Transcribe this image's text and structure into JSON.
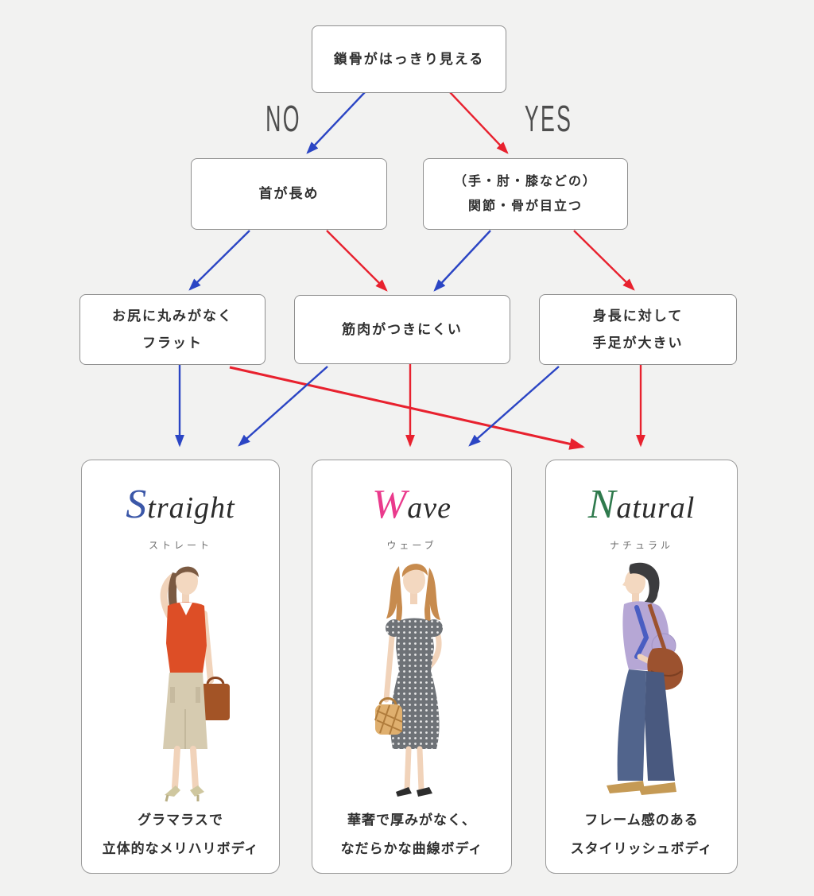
{
  "page": {
    "bg": "#f2f2f1",
    "kind": "body-type-diagnosis-flowchart"
  },
  "colors": {
    "no_blue": "#2b45c4",
    "yes_red": "#e8212e",
    "box_border": "#8f8f8f",
    "accent_straight": "#3b57a8",
    "accent_wave": "#ea3a8c",
    "accent_natural": "#2f7a4d"
  },
  "flowchart": {
    "root": {
      "label": "鎖骨がはっきり見える"
    },
    "branch_labels": {
      "no": "NO",
      "yes": "YES"
    },
    "level2": {
      "neck": {
        "label": "首が長め"
      },
      "joints": {
        "line1": "（手・肘・膝などの）",
        "line2": "関節・骨が目立つ"
      }
    },
    "level3": {
      "hip": {
        "line1": "お尻に丸みがなく",
        "line2": "フラット"
      },
      "muscle": {
        "label": "筋肉がつきにくい"
      },
      "limbs": {
        "line1": "身長に対して",
        "line2": "手足が大きい"
      }
    },
    "edges": [
      {
        "from": "root",
        "answer": "NO",
        "to": "neck"
      },
      {
        "from": "root",
        "answer": "YES",
        "to": "joints"
      },
      {
        "from": "neck",
        "answer": "NO",
        "to": "hip"
      },
      {
        "from": "neck",
        "answer": "YES",
        "to": "muscle"
      },
      {
        "from": "joints",
        "answer": "NO",
        "to": "muscle"
      },
      {
        "from": "joints",
        "answer": "YES",
        "to": "limbs"
      },
      {
        "from": "hip",
        "answer": "NO",
        "to": "straight"
      },
      {
        "from": "hip",
        "answer": "YES",
        "to": "natural"
      },
      {
        "from": "muscle",
        "answer": "NO",
        "to": "straight"
      },
      {
        "from": "muscle",
        "answer": "YES",
        "to": "wave"
      },
      {
        "from": "limbs",
        "answer": "NO",
        "to": "wave"
      },
      {
        "from": "limbs",
        "answer": "YES",
        "to": "natural"
      }
    ]
  },
  "results": [
    {
      "id": "straight",
      "title_initial": "S",
      "title_rest": "traight",
      "subtitle": "ストレート",
      "desc_line1": "グラマラスで",
      "desc_line2": "立体的なメリハリボディ",
      "illustration": "woman-orange-top-beige-skirt-brown-bag"
    },
    {
      "id": "wave",
      "title_initial": "W",
      "title_rest": "ave",
      "subtitle": "ウェーブ",
      "desc_line1": "華奢で厚みがなく、",
      "desc_line2": "なだらかな曲線ボディ",
      "illustration": "woman-gray-dot-dress-basket-bag"
    },
    {
      "id": "natural",
      "title_initial": "N",
      "title_rest": "atural",
      "subtitle": "ナチュラル",
      "desc_line1": "フレーム感のある",
      "desc_line2": "スタイリッシュボディ",
      "illustration": "woman-lavender-top-wide-jeans-shoulder-bag"
    }
  ]
}
